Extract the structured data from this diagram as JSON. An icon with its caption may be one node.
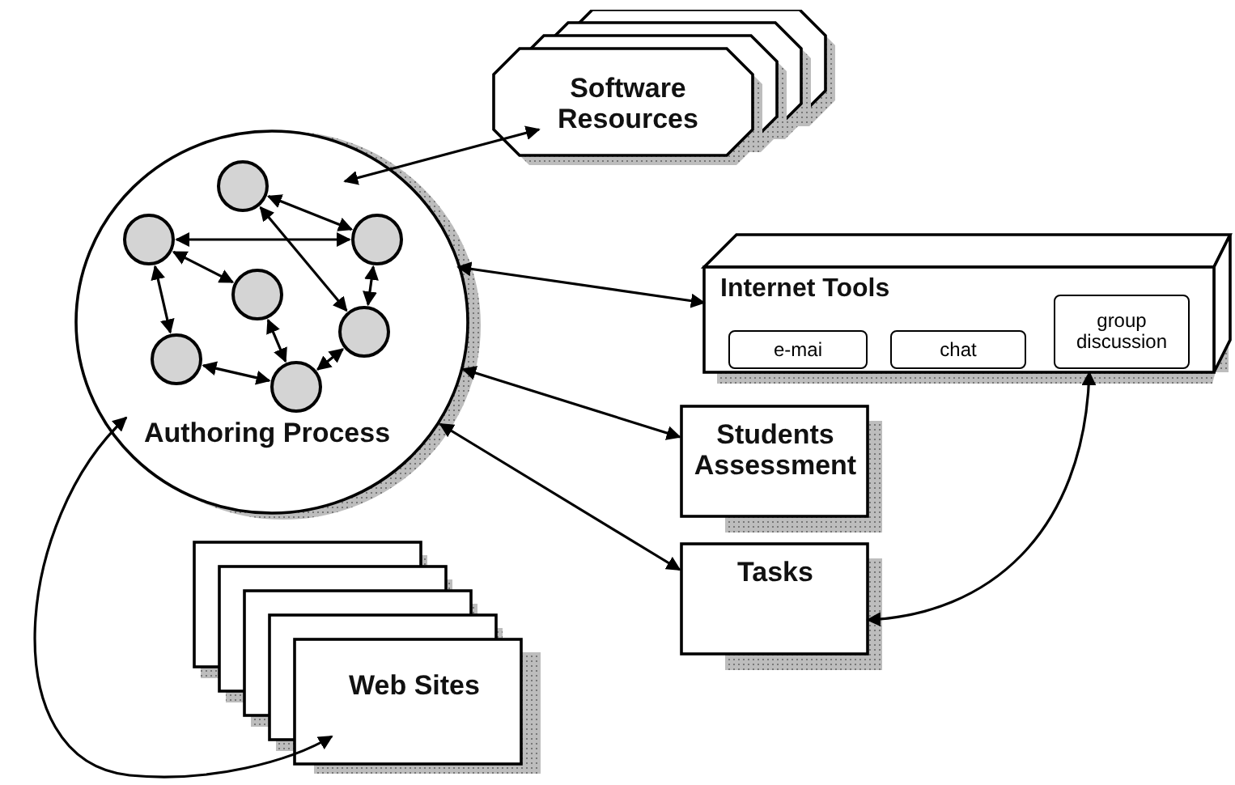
{
  "diagram": {
    "nodes": [
      {
        "text": [
          "Authoring Process"
        ]
      },
      {
        "text": [],
        "shape": "circle",
        "in": 0
      },
      {
        "text": [],
        "shape": "circle",
        "in": 0
      },
      {
        "text": [],
        "shape": "circle",
        "in": 0
      },
      {
        "text": [],
        "shape": "circle",
        "in": 0
      },
      {
        "text": [],
        "shape": "circle",
        "in": 0
      },
      {
        "text": [],
        "shape": "circle",
        "in": 0
      },
      {
        "text": [],
        "shape": "circle",
        "in": 0
      },
      {
        "text": [
          "Software Resources"
        ]
      },
      {
        "text": [
          "Internet Tools"
        ]
      },
      {
        "text": [
          "e-mai"
        ],
        "in": 9
      },
      {
        "text": [
          "chat"
        ],
        "in": 9
      },
      {
        "text": [
          "group discussion"
        ],
        "in": 9
      },
      {
        "text": [
          "Students Assessment"
        ]
      },
      {
        "text": [
          "Tasks"
        ]
      },
      {
        "text": [
          "Web Sites"
        ]
      }
    ],
    "edges": [
      {
        "from": 0,
        "to": 8,
        "arrow": "both"
      },
      {
        "from": 0,
        "to": 9,
        "arrow": "both"
      },
      {
        "from": 0,
        "to": 13,
        "arrow": "both"
      },
      {
        "from": 0,
        "to": 14,
        "arrow": "both"
      },
      {
        "from": 0,
        "to": 15,
        "arrow": "both"
      },
      {
        "from": 9,
        "to": 14,
        "arrow": "both"
      },
      {
        "from": 1,
        "to": 3,
        "arrow": "both"
      },
      {
        "from": 1,
        "to": 5,
        "arrow": "both"
      },
      {
        "from": 2,
        "to": 3,
        "arrow": "both"
      },
      {
        "from": 2,
        "to": 4,
        "arrow": "both"
      },
      {
        "from": 2,
        "to": 6,
        "arrow": "both"
      },
      {
        "from": 3,
        "to": 5,
        "arrow": "both"
      },
      {
        "from": 4,
        "to": 7,
        "arrow": "both"
      },
      {
        "from": 5,
        "to": 7,
        "arrow": "both"
      },
      {
        "from": 6,
        "to": 7,
        "arrow": "both"
      }
    ]
  }
}
